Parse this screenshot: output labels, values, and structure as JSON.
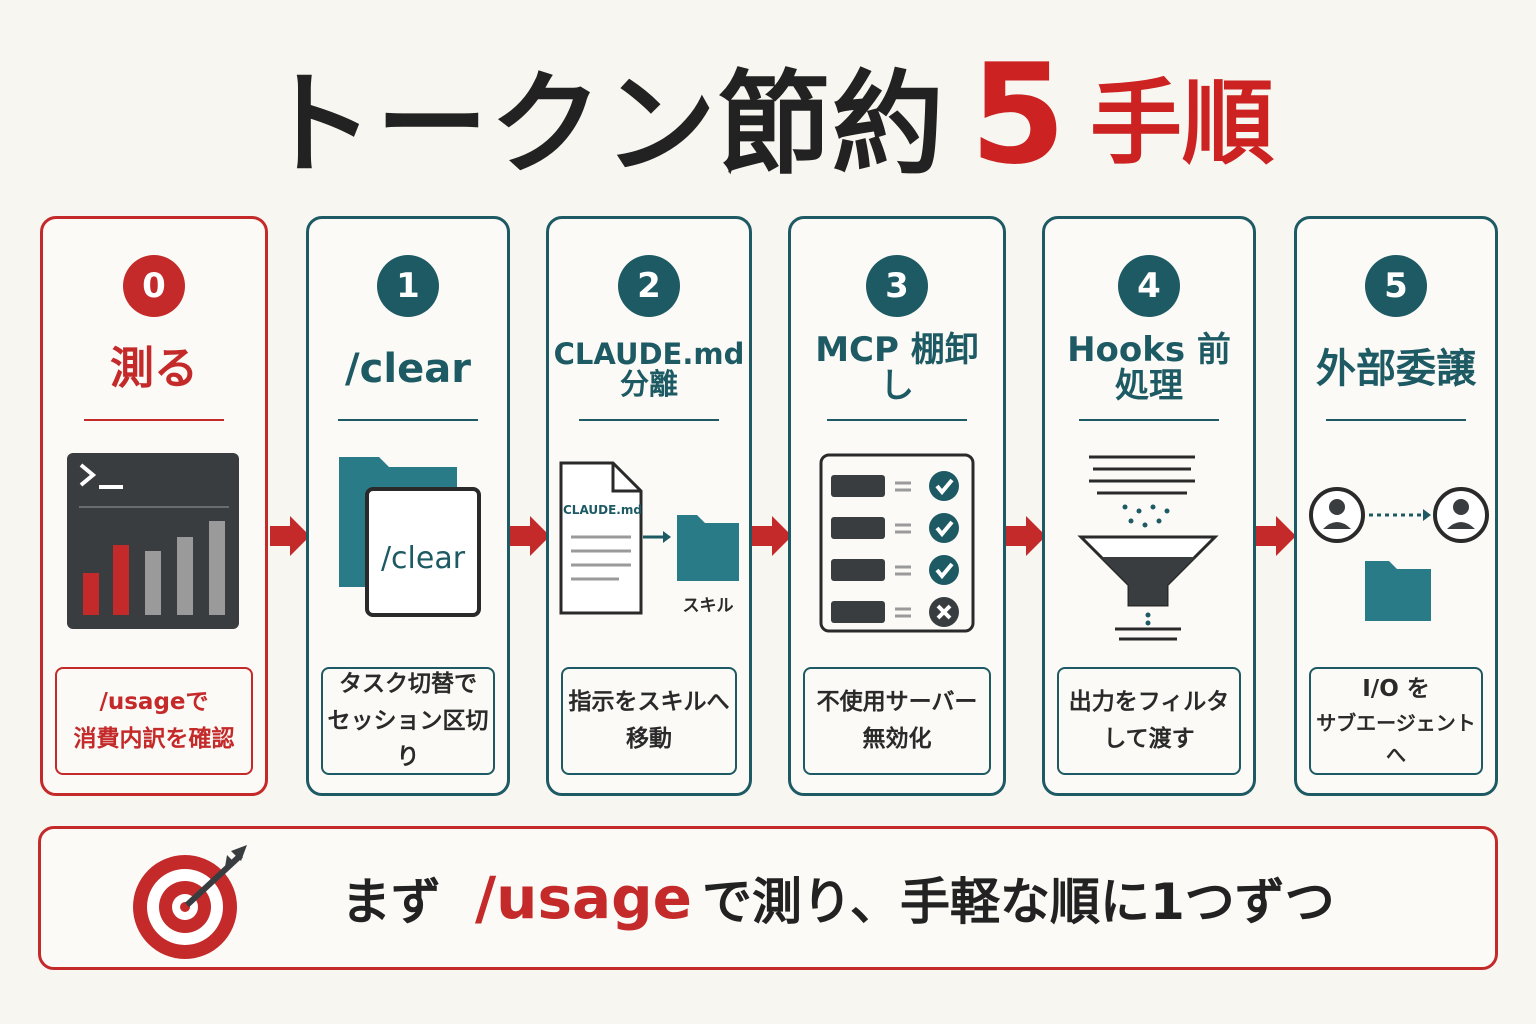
{
  "title": {
    "main": "トークン節約",
    "number": "5",
    "suffix": "手順"
  },
  "steps": [
    {
      "number": "0",
      "title": "測る",
      "desc_line1": "/usageで",
      "desc_line2": "消費内訳を確認"
    },
    {
      "number": "1",
      "title": "/clear",
      "illus_label": "/clear",
      "desc_line1": "タスク切替で",
      "desc_line2": "セッション区切り"
    },
    {
      "number": "2",
      "title_line1": "CLAUDE.md",
      "title_line2": "分離",
      "doc_label": "CLAUDE.md",
      "folder_label": "スキル",
      "desc_line1": "指示をスキルへ",
      "desc_line2": "移動"
    },
    {
      "number": "3",
      "title": "MCP 棚卸し",
      "desc_line1": "不使用サーバー",
      "desc_line2": "無効化"
    },
    {
      "number": "4",
      "title": "Hooks 前処理",
      "desc_line1": "出力をフィルタ",
      "desc_line2": "して渡す"
    },
    {
      "number": "5",
      "title": "外部委譲",
      "desc_line1": "I/O を",
      "desc_line2": "サブエージェントへ"
    }
  ],
  "footer": {
    "lead": "まず",
    "highlight": "/usage",
    "rest": "で測り、手軽な順に1つずつ"
  },
  "colors": {
    "accent_red": "#c42a2a",
    "accent_teal": "#1d5a63",
    "background": "#f8f6f1"
  },
  "icons": [
    "terminal-chart-icon",
    "folder-icon",
    "document-icon",
    "server-list-icon",
    "funnel-icon",
    "agents-handoff-icon",
    "target-icon",
    "arrow-right-icon"
  ]
}
